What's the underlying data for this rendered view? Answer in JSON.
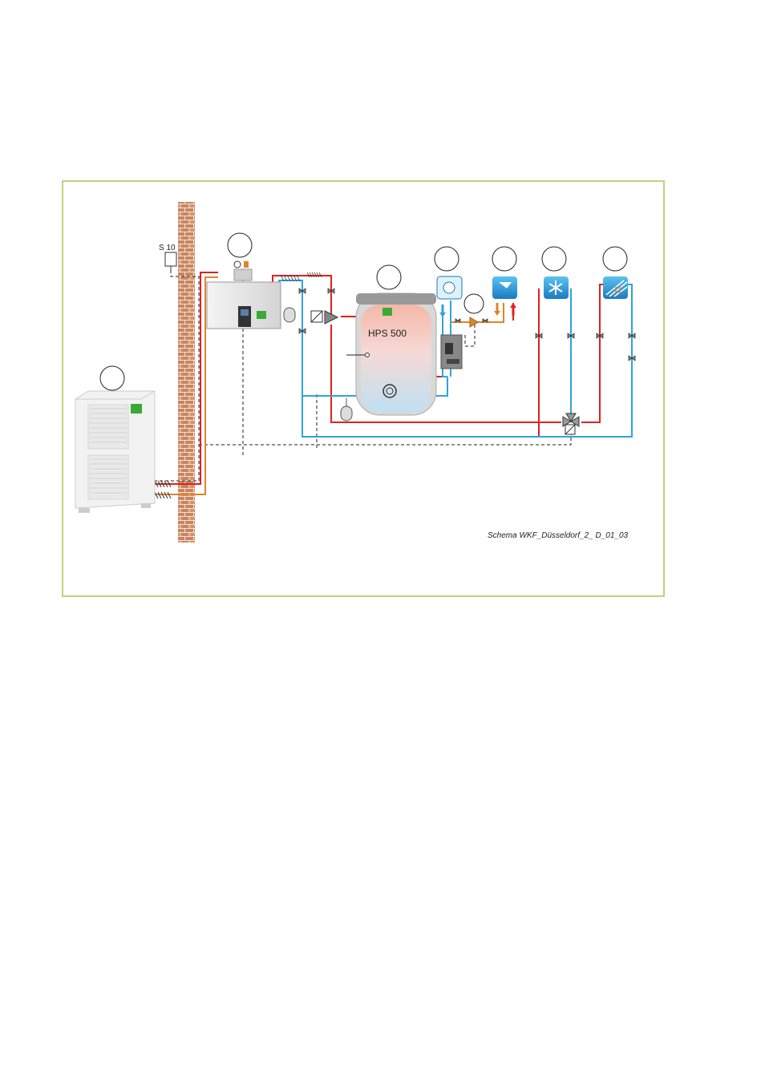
{
  "diagram": {
    "sensor_label": "S 10",
    "tank_label": "HPS 500",
    "caption": "Schema WKF_Düsseldorf_2_ D_01_03"
  },
  "colors": {
    "frame": "#b9d77a",
    "brick": "#d9926a",
    "flow_red": "#e02020",
    "return_blue": "#2fa3dc",
    "hot_water_orange": "#e0842a",
    "tank_top": "#f3b8a8",
    "tank_bottom": "#bfe0f3",
    "logo_green": "#3aa935"
  },
  "icons": [
    "outdoor-heat-pump-icon",
    "indoor-hydraulic-module-icon",
    "storage-tank-icon",
    "drinking-water-icon",
    "shower-icon",
    "cooling-snowflake-icon",
    "floor-heating-icon",
    "circulation-pump-icon",
    "expansion-vessel-icon",
    "three-way-valve-icon",
    "mixing-valve-icon",
    "fresh-water-station-icon",
    "outdoor-sensor-icon"
  ]
}
